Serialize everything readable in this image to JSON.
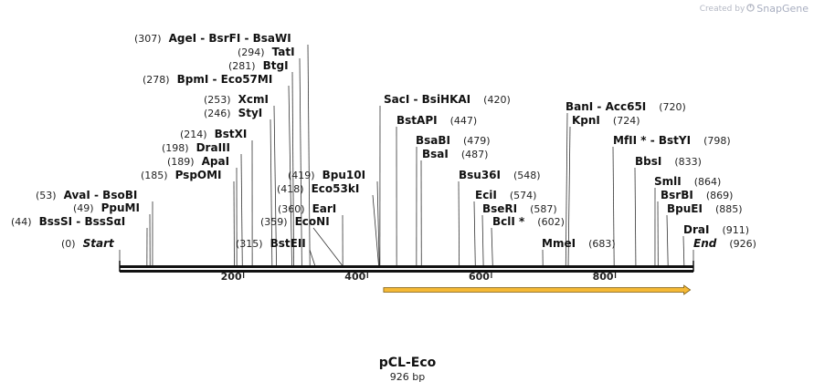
{
  "watermark": {
    "prefix": "Created by",
    "brand": "SnapGene"
  },
  "plasmid": {
    "name": "pCL-Eco",
    "length_label": "926 bp",
    "length": 926
  },
  "ruler": {
    "ticks": [
      {
        "value": 200,
        "label": "200"
      },
      {
        "value": 400,
        "label": "400"
      },
      {
        "value": 600,
        "label": "600"
      },
      {
        "value": 800,
        "label": "800"
      }
    ]
  },
  "feature": {
    "start": 426,
    "end": 921,
    "direction": "forward",
    "color": "#f5b935"
  },
  "colors": {
    "backbone": "#111111",
    "feature_fill": "#f5b935",
    "feature_stroke": "#7a5a10"
  },
  "sites": [
    {
      "pos_label": "(307)",
      "names": [
        "AgeI",
        "BsrFI",
        "BsaWI"
      ],
      "bp": 307
    },
    {
      "pos_label": "(294)",
      "names": [
        "TatI"
      ],
      "bp": 294
    },
    {
      "pos_label": "(281)",
      "names": [
        "BtgI"
      ],
      "bp": 281
    },
    {
      "pos_label": "(278)",
      "names": [
        "BpmI",
        "Eco57MI"
      ],
      "bp": 278
    },
    {
      "pos_label": "(253)",
      "names": [
        "XcmI"
      ],
      "bp": 253
    },
    {
      "pos_label": "(246)",
      "names": [
        "StyI"
      ],
      "bp": 246
    },
    {
      "pos_label": "(214)",
      "names": [
        "BstXI"
      ],
      "bp": 214
    },
    {
      "pos_label": "(198)",
      "names": [
        "DraIII"
      ],
      "bp": 198
    },
    {
      "pos_label": "(189)",
      "names": [
        "ApaI"
      ],
      "bp": 189
    },
    {
      "pos_label": "(185)",
      "names": [
        "PspOMI"
      ],
      "bp": 185
    },
    {
      "pos_label": "(53)",
      "names": [
        "AvaI",
        "BsoBI"
      ],
      "bp": 53
    },
    {
      "pos_label": "(49)",
      "names": [
        "PpuMI"
      ],
      "bp": 49
    },
    {
      "pos_label": "(44)",
      "names": [
        "BssSI",
        "BssSαI"
      ],
      "bp": 44
    },
    {
      "pos_label": "(0)",
      "names": [
        "Start"
      ],
      "bp": 0,
      "italic": true
    },
    {
      "pos_label": "(419)",
      "names": [
        "Bpu10I"
      ],
      "bp": 419
    },
    {
      "pos_label": "(418)",
      "names": [
        "Eco53kI"
      ],
      "bp": 418
    },
    {
      "pos_label": "(360)",
      "names": [
        "EarI"
      ],
      "bp": 360
    },
    {
      "pos_label": "(359)",
      "names": [
        "EcoNI"
      ],
      "bp": 359
    },
    {
      "pos_label": "(315)",
      "names": [
        "BstEII"
      ],
      "bp": 315
    },
    {
      "pos_label": "(420)",
      "names": [
        "SacI",
        "BsiHKAI"
      ],
      "bp": 420
    },
    {
      "pos_label": "(447)",
      "names": [
        "BstAPI"
      ],
      "bp": 447
    },
    {
      "pos_label": "(479)",
      "names": [
        "BsaBI"
      ],
      "bp": 479
    },
    {
      "pos_label": "(487)",
      "names": [
        "BsaI"
      ],
      "bp": 487
    },
    {
      "pos_label": "(548)",
      "names": [
        "Bsu36I"
      ],
      "bp": 548
    },
    {
      "pos_label": "(574)",
      "names": [
        "EciI"
      ],
      "bp": 574
    },
    {
      "pos_label": "(587)",
      "names": [
        "BseRI"
      ],
      "bp": 587
    },
    {
      "pos_label": "(602)",
      "names": [
        "BclI *"
      ],
      "bp": 602
    },
    {
      "pos_label": "(683)",
      "names": [
        "MmeI"
      ],
      "bp": 683
    },
    {
      "pos_label": "(720)",
      "names": [
        "BanI",
        "Acc65I"
      ],
      "bp": 720
    },
    {
      "pos_label": "(724)",
      "names": [
        "KpnI"
      ],
      "bp": 724
    },
    {
      "pos_label": "(798)",
      "names": [
        "MfII *",
        "BstYI"
      ],
      "bp": 798
    },
    {
      "pos_label": "(833)",
      "names": [
        "BbsI"
      ],
      "bp": 833
    },
    {
      "pos_label": "(864)",
      "names": [
        "SmlI"
      ],
      "bp": 864
    },
    {
      "pos_label": "(869)",
      "names": [
        "BsrBI"
      ],
      "bp": 869
    },
    {
      "pos_label": "(885)",
      "names": [
        "BpuEI"
      ],
      "bp": 885
    },
    {
      "pos_label": "(911)",
      "names": [
        "DraI"
      ],
      "bp": 911
    },
    {
      "pos_label": "(926)",
      "names": [
        "End"
      ],
      "bp": 926,
      "italic": true
    }
  ]
}
